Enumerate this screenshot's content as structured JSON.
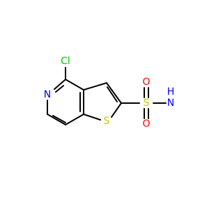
{
  "molecule": {
    "atoms": {
      "chlorine": "Cl",
      "ring_nitrogen": "N",
      "thiophene_sulfur": "S",
      "sulfonyl_sulfur": "S",
      "oxygen_top": "O",
      "oxygen_bottom": "O",
      "amide_nitrogen": "N",
      "amide_hydrogens": "H"
    },
    "colors": {
      "carbon_bond": "#000000",
      "chlorine": "#00C800",
      "nitrogen": "#0000FF",
      "sulfur": "#C8C800",
      "oxygen": "#FF0000"
    }
  }
}
